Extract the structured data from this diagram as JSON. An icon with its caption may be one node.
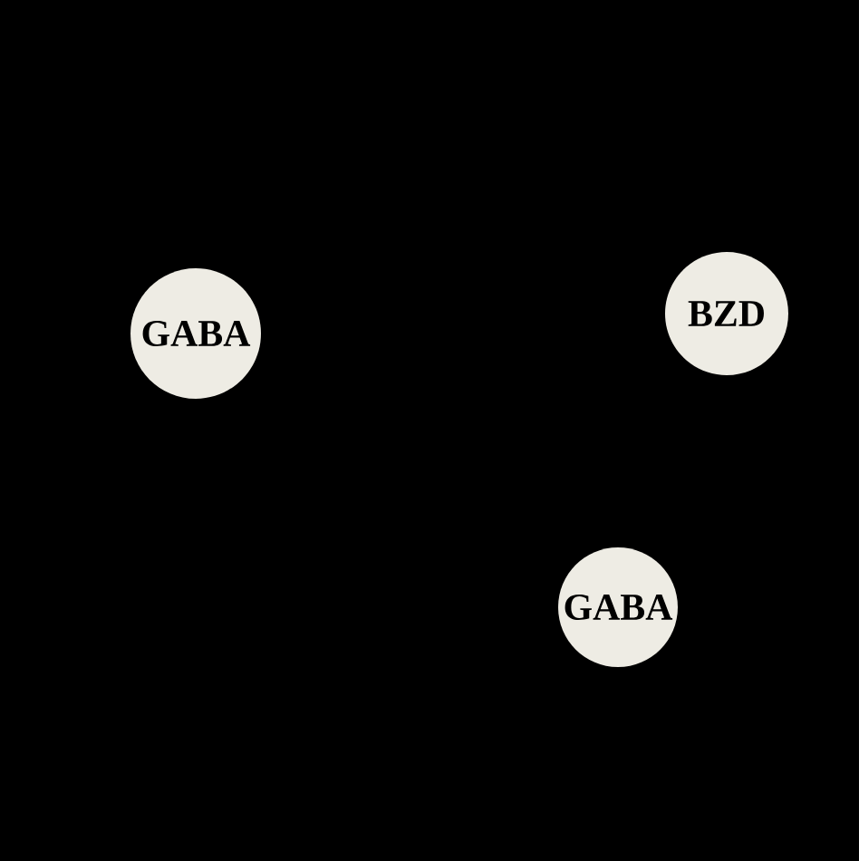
{
  "diagram": {
    "nodes": [
      {
        "text": [
          "GABA"
        ]
      },
      {
        "text": [
          "BZD"
        ]
      },
      {
        "text": [
          "GABA"
        ]
      }
    ]
  }
}
